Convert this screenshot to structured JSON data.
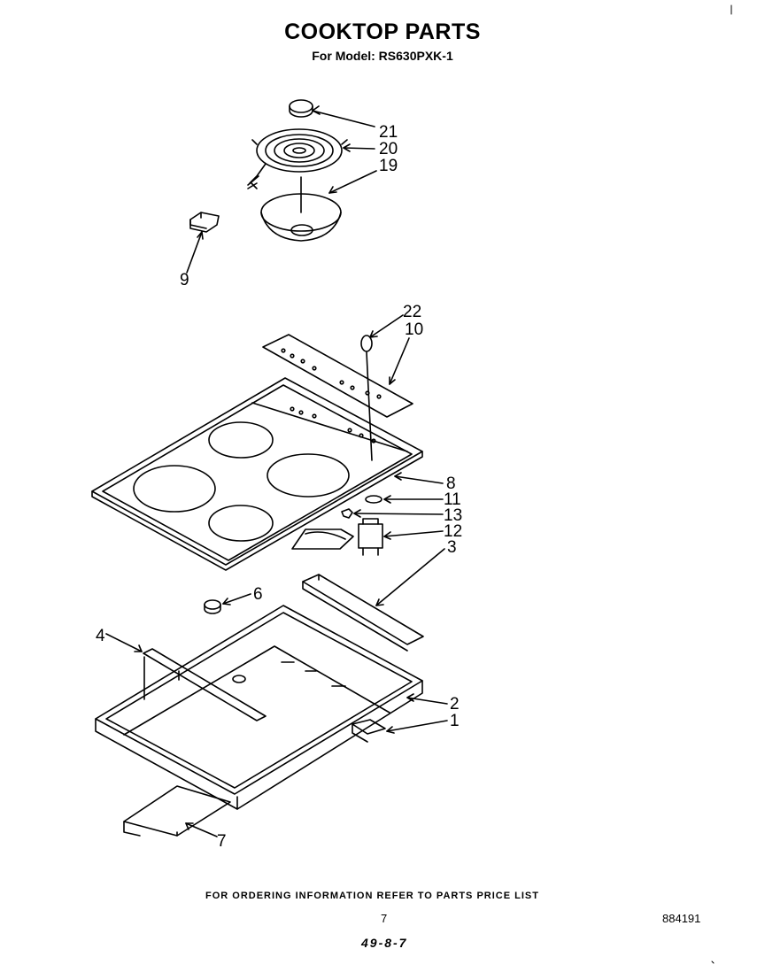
{
  "header": {
    "title": "COOKTOP PARTS",
    "subtitle": "For Model: RS630PXK-1"
  },
  "callouts": [
    "21",
    "20",
    "19",
    "9",
    "22",
    "10",
    "8",
    "11",
    "13",
    "12",
    "3",
    "6",
    "4",
    "2",
    "1",
    "7"
  ],
  "footer": {
    "ordering_note": "FOR ORDERING INFORMATION REFER TO PARTS PRICE LIST",
    "page_number": "7",
    "document_number": "884191",
    "handwritten_note": "49-8-7"
  }
}
